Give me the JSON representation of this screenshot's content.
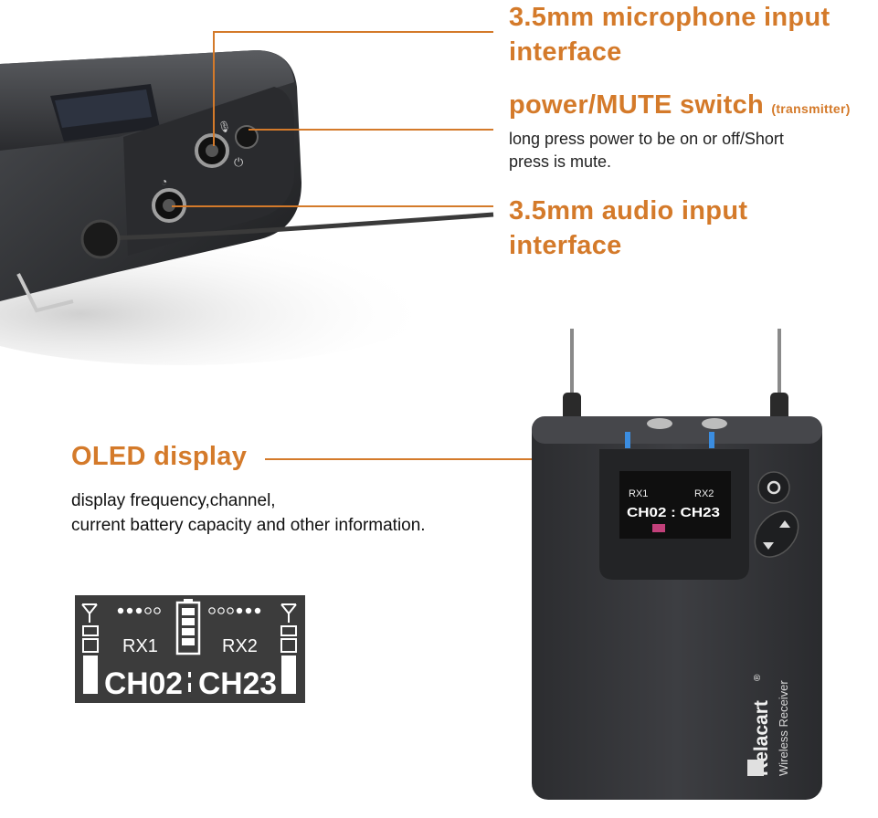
{
  "callouts": {
    "mic_input": {
      "line1": "3.5mm microphone input",
      "line2": "interface"
    },
    "power_switch": {
      "title": "power/MUTE switch",
      "note": "(transmitter)",
      "desc_line1": "long press power to be on or off/Short",
      "desc_line2": "press is mute."
    },
    "audio_input": {
      "line1": "3.5mm audio input",
      "line2": "interface"
    },
    "oled": {
      "title": "OLED display",
      "desc_line1": "display frequency,channel,",
      "desc_line2": "current battery capacity and other information."
    }
  },
  "oled_panel": {
    "rx1": "RX1",
    "rx2": "RX2",
    "ch1": "CH02",
    "ch2": "CH23",
    "colors": {
      "bg": "#3c3c3c",
      "fg": "#ffffff"
    }
  },
  "receiver": {
    "brand": "Relacart",
    "registered": "®",
    "label": "Wireless Receiver",
    "screen_rx1": "RX1",
    "screen_rx2": "RX2",
    "screen_ch": "CH02 : CH23"
  },
  "icons": [
    "antenna-icon",
    "battery-icon",
    "gear-icon",
    "up-arrow-icon",
    "down-arrow-icon",
    "microphone-icon",
    "power-icon",
    "headphone-icon"
  ],
  "colors": {
    "accent": "#d47a2a",
    "device": "#3a3b3d"
  }
}
